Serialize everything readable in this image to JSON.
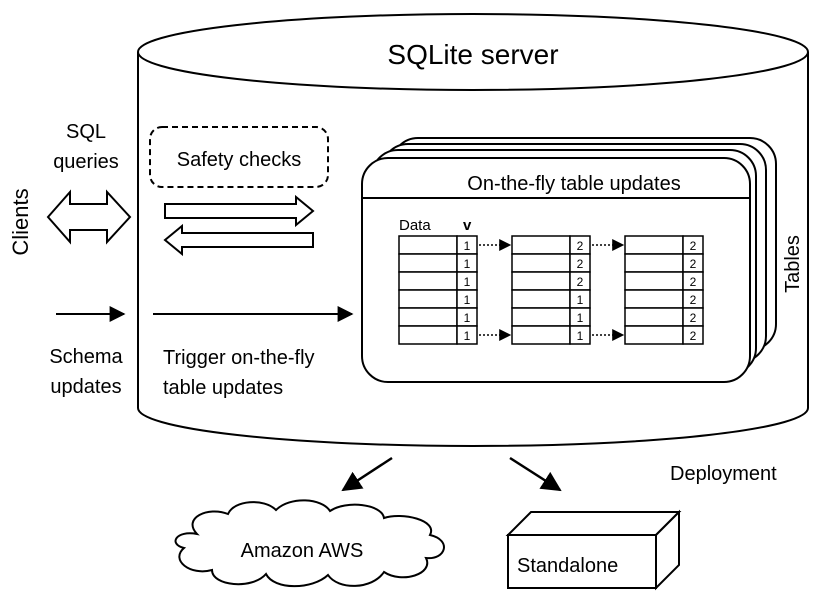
{
  "server": {
    "title": "SQLite server"
  },
  "clients": {
    "label": "Clients",
    "sql_line1": "SQL",
    "sql_line2": "queries",
    "schema_line1": "Schema",
    "schema_line2": "updates"
  },
  "safety": {
    "label": "Safety checks"
  },
  "trigger": {
    "line1": "Trigger on-the-fly",
    "line2": "table updates"
  },
  "tables": {
    "title": "On-the-fly table updates",
    "side_label": "Tables",
    "data_header": "Data",
    "version_header": "v",
    "columns": [
      {
        "versions": [
          "1",
          "1",
          "1",
          "1",
          "1",
          "1"
        ]
      },
      {
        "versions": [
          "2",
          "2",
          "2",
          "1",
          "1",
          "1"
        ]
      },
      {
        "versions": [
          "2",
          "2",
          "2",
          "2",
          "2",
          "2"
        ]
      }
    ]
  },
  "deployment": {
    "label": "Deployment",
    "aws": "Amazon AWS",
    "standalone": "Standalone"
  }
}
